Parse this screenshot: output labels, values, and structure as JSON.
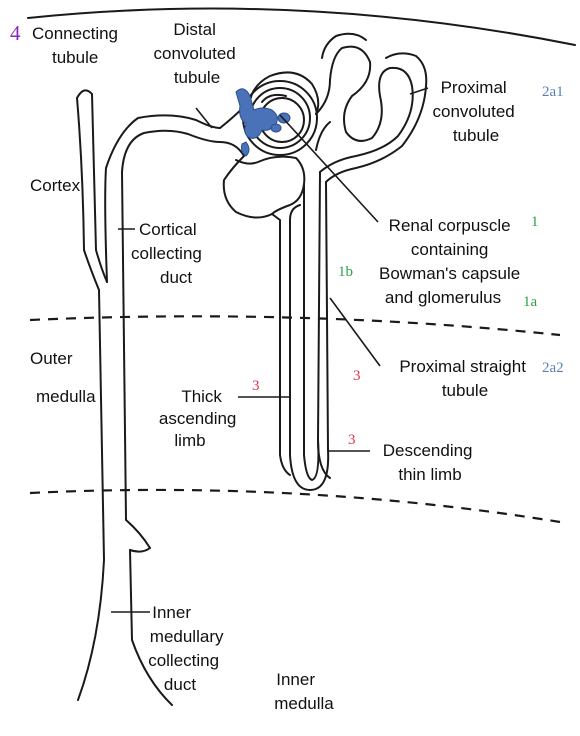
{
  "colors": {
    "line": "#1a1a1a",
    "glomerulus": "#4a72b8",
    "num_purple": "#8a2bb5",
    "num_green": "#2ea043",
    "num_blue": "#5b7fb5",
    "num_red": "#e0344a"
  },
  "icons": [
    "nephron-drawing",
    "glomerulus-tuft"
  ],
  "labels": {
    "connecting_tubule": [
      "Connecting",
      "tubule"
    ],
    "distal_convoluted_tubule": [
      "Distal",
      "convoluted",
      "tubule"
    ],
    "proximal_convoluted_tubule": [
      "Proximal",
      "convoluted",
      "tubule"
    ],
    "cortex": "Cortex",
    "cortical_collecting_duct": [
      "Cortical",
      "collecting",
      "duct"
    ],
    "renal_corpuscle": [
      "Renal corpuscle",
      "containing",
      "Bowman's capsule",
      "and glomerulus"
    ],
    "outer_medulla": [
      "Outer",
      "medulla"
    ],
    "proximal_straight_tubule": [
      "Proximal straight",
      "tubule"
    ],
    "thick_ascending_limb": [
      "Thick",
      "ascending",
      "limb"
    ],
    "descending_thin_limb": [
      "Descending",
      "thin limb"
    ],
    "inner_medullary_collecting_duct": [
      "Inner",
      "medullary",
      "collecting",
      "duct"
    ],
    "inner_medulla": [
      "Inner",
      "medulla"
    ]
  },
  "markers": {
    "connecting_tubule": "4",
    "proximal_convoluted_tubule": "2a1",
    "renal_corpuscle": "1",
    "capsule_1b": "1b",
    "glomerulus_1a": "1a",
    "proximal_straight_tubule": "2a2",
    "proximal_straight_3": "3",
    "thick_ascending_limb": "3",
    "descending_thin_limb": "3"
  }
}
